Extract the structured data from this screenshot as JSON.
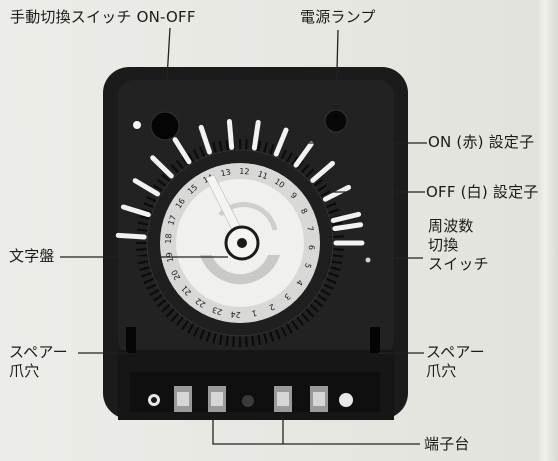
{
  "labels": {
    "manual_switch": "手動切換スイッチ ON-OFF",
    "power_lamp": "電源ランプ",
    "on_setter": "ON (赤) 設定子",
    "off_setter": "OFF (白) 設定子",
    "freq_switch_1": "周波数",
    "freq_switch_2": "切換",
    "freq_switch_3": "スイッチ",
    "dial": "文字盤",
    "spare_left_1": "スペアー",
    "spare_left_2": "爪穴",
    "spare_right_1": "スペアー",
    "spare_right_2": "爪穴",
    "terminal_block": "端子台"
  },
  "dial_numbers": [
    "13",
    "12",
    "11",
    "10",
    "9",
    "8",
    "7",
    "6",
    "5",
    "4",
    "3",
    "2",
    "1",
    "24",
    "23",
    "22",
    "21",
    "20",
    "19",
    "18",
    "17",
    "16",
    "15",
    "14"
  ],
  "colors": {
    "body": "#1b1b1b",
    "dial_face": "#e8e8e6",
    "lines": "#222222"
  }
}
